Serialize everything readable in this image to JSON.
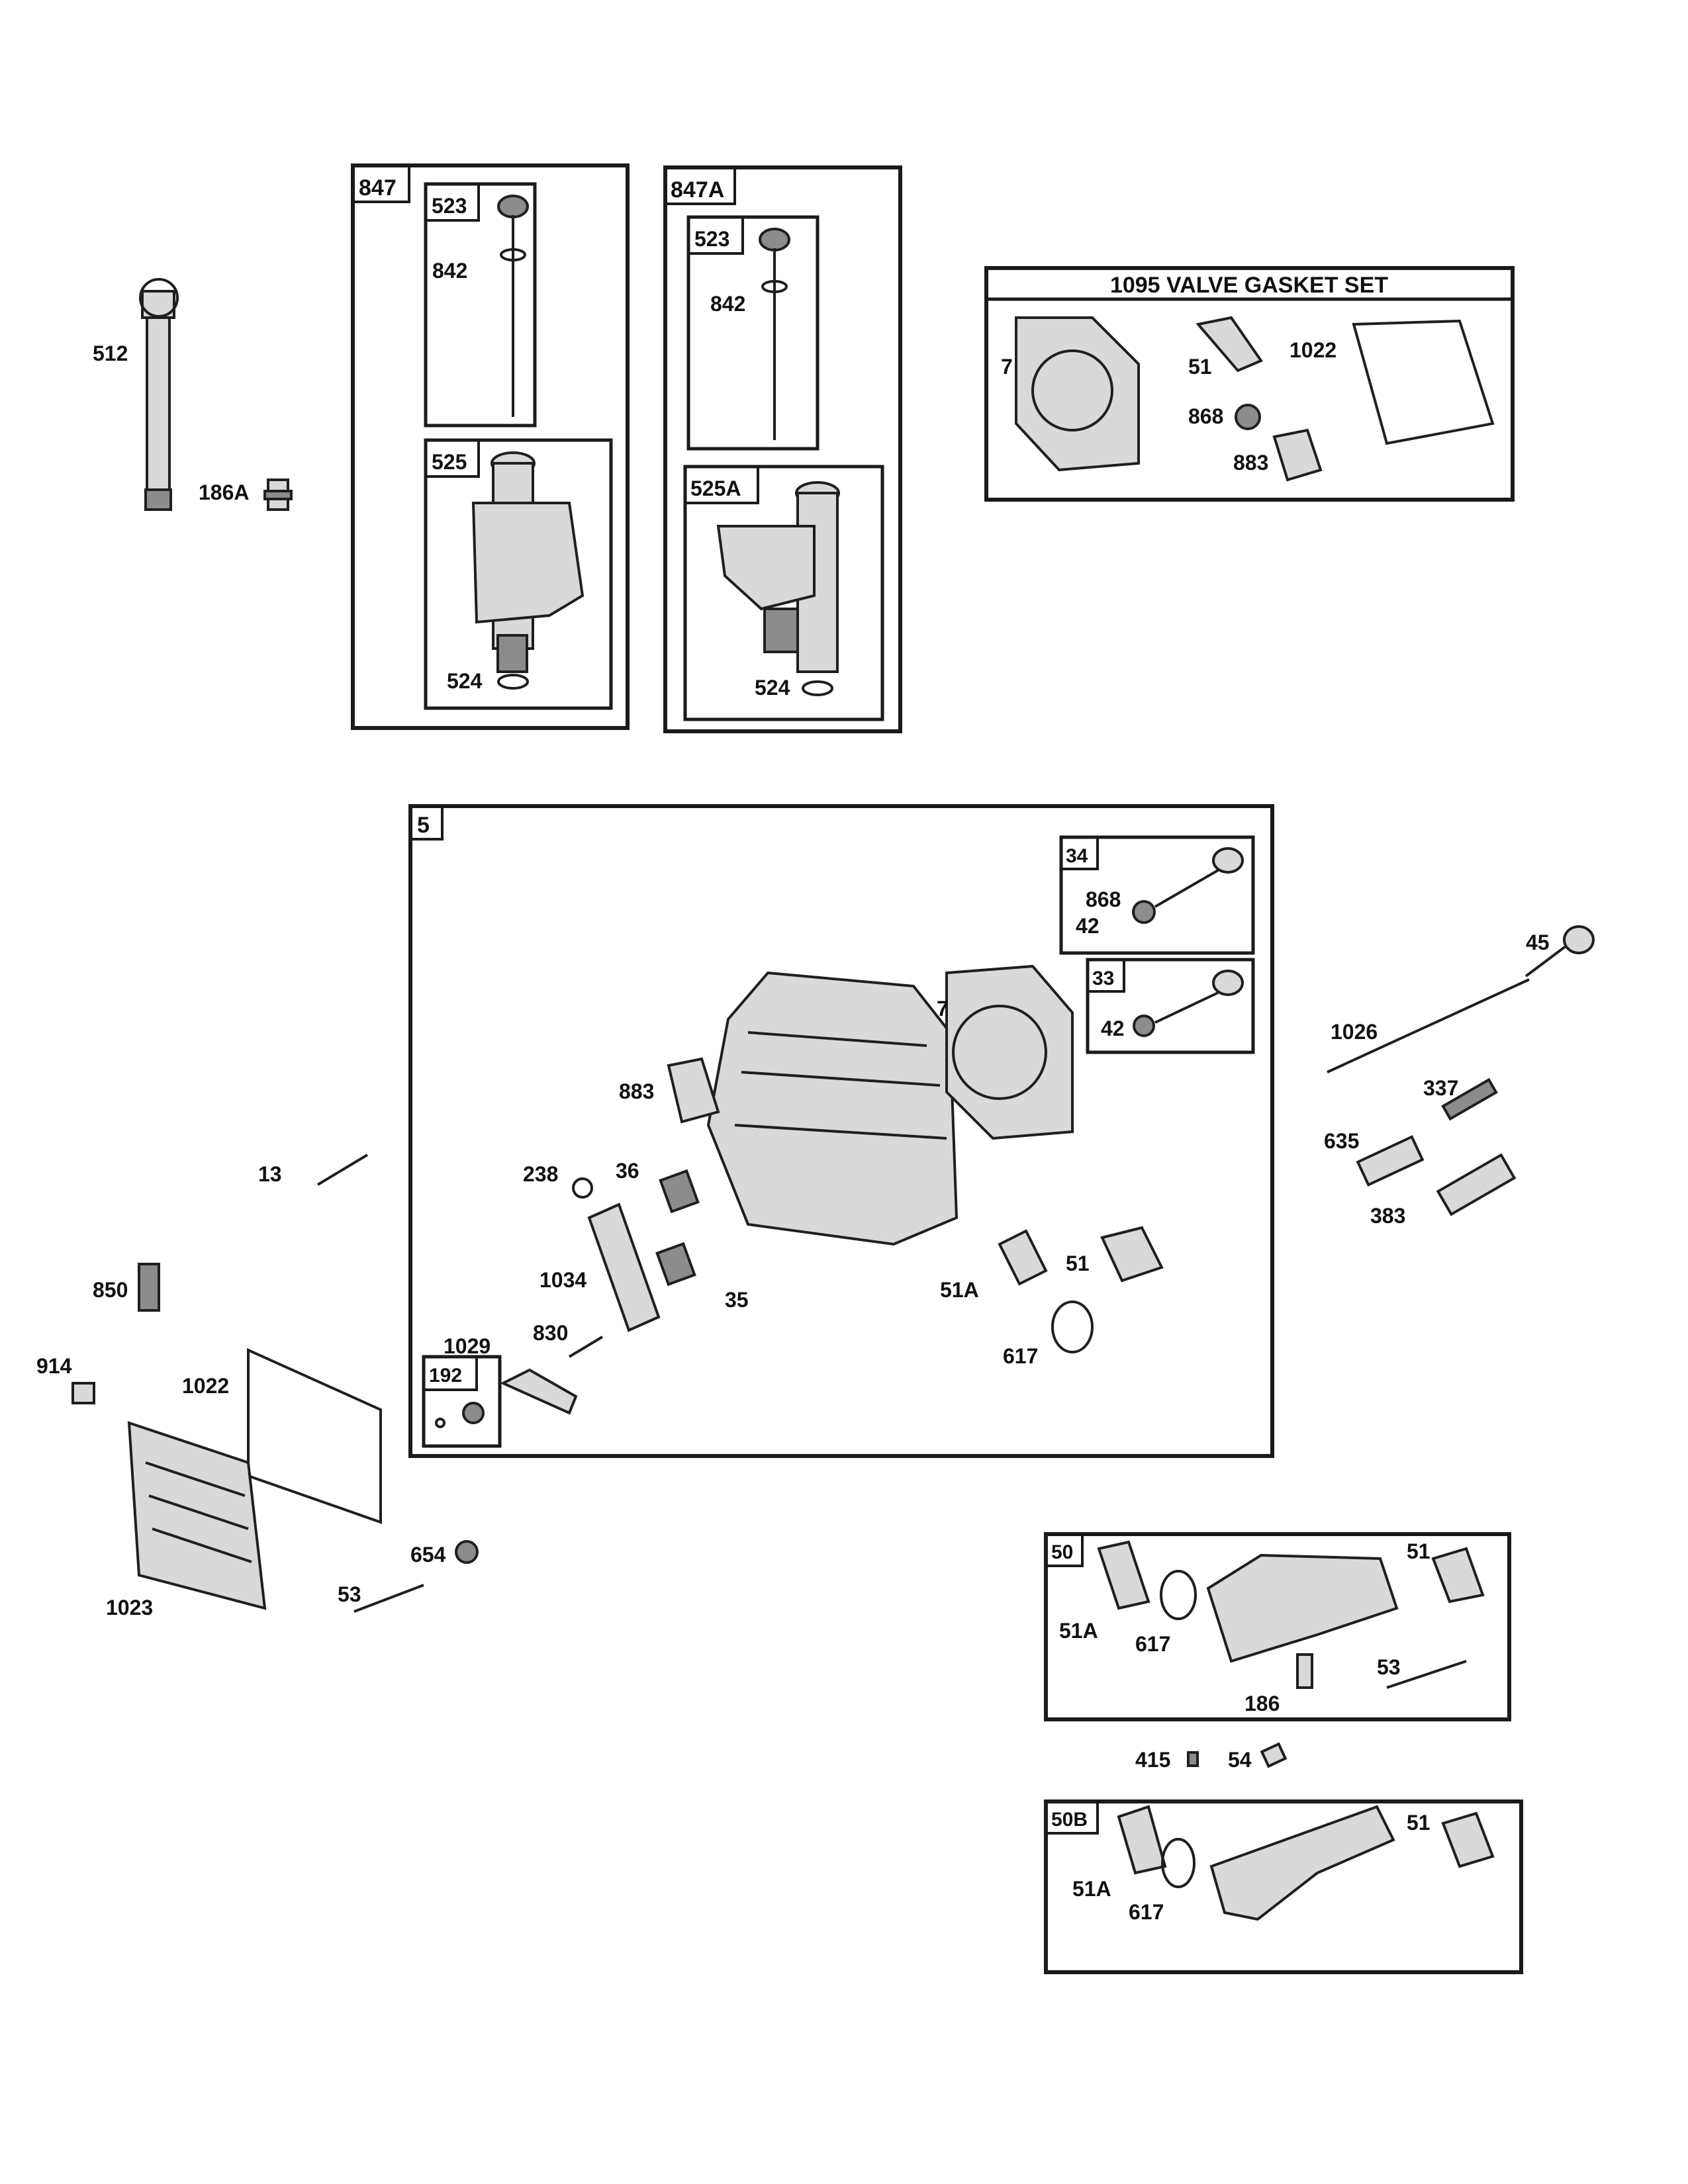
{
  "diagram": {
    "kits": [
      {
        "id": "kit-847",
        "label": "847"
      },
      {
        "id": "kit-847a",
        "label": "847A"
      },
      {
        "id": "kit-1095",
        "label": "1095 VALVE GASKET SET"
      },
      {
        "id": "kit-5",
        "label": "5"
      },
      {
        "id": "kit-34",
        "label": "34"
      },
      {
        "id": "kit-33",
        "label": "33"
      },
      {
        "id": "kit-192",
        "label": "192"
      },
      {
        "id": "kit-50",
        "label": "50"
      },
      {
        "id": "kit-50b",
        "label": "50B"
      },
      {
        "id": "kit-523-a",
        "label": "523"
      },
      {
        "id": "kit-525",
        "label": "525"
      },
      {
        "id": "kit-523-b",
        "label": "523"
      },
      {
        "id": "kit-525a",
        "label": "525A"
      }
    ],
    "callouts": [
      "512",
      "186A",
      "842",
      "524",
      "842",
      "524",
      "7",
      "51",
      "1022",
      "868",
      "883",
      "868",
      "42",
      "42",
      "7",
      "883",
      "13",
      "238",
      "36",
      "1034",
      "35",
      "1029",
      "830",
      "51A",
      "51",
      "617",
      "45",
      "1026",
      "337",
      "635",
      "383",
      "850",
      "914",
      "1022",
      "1023",
      "654",
      "53",
      "51",
      "51A",
      "617",
      "53",
      "186",
      "415",
      "54",
      "51",
      "51A",
      "617"
    ]
  }
}
